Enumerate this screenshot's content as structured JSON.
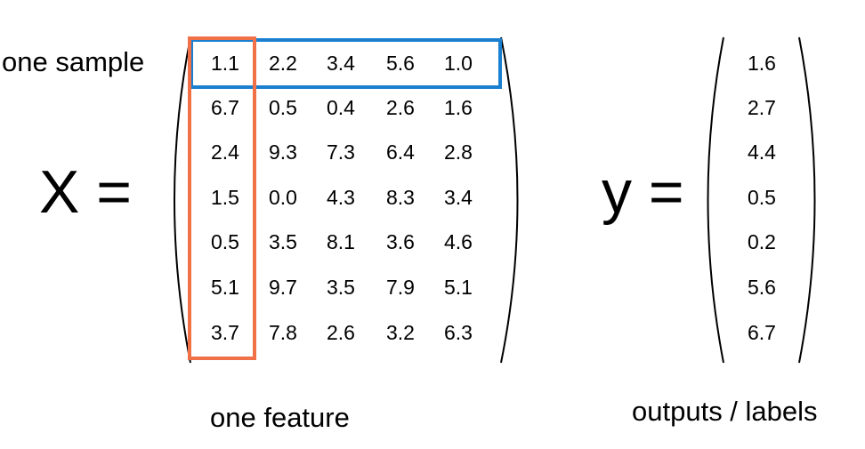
{
  "annotations": {
    "row_label": "one sample",
    "column_label": "one feature",
    "vector_label": "outputs / labels"
  },
  "symbols": {
    "matrix": "X =",
    "vector": "y ="
  },
  "colors": {
    "row_highlight": "#1a7fcf",
    "column_highlight": "#f07048"
  },
  "matrix_X": [
    [
      "1.1",
      "2.2",
      "3.4",
      "5.6",
      "1.0"
    ],
    [
      "6.7",
      "0.5",
      "0.4",
      "2.6",
      "1.6"
    ],
    [
      "2.4",
      "9.3",
      "7.3",
      "6.4",
      "2.8"
    ],
    [
      "1.5",
      "0.0",
      "4.3",
      "8.3",
      "3.4"
    ],
    [
      "0.5",
      "3.5",
      "8.1",
      "3.6",
      "4.6"
    ],
    [
      "5.1",
      "9.7",
      "3.5",
      "7.9",
      "5.1"
    ],
    [
      "3.7",
      "7.8",
      "2.6",
      "3.2",
      "6.3"
    ]
  ],
  "vector_y": [
    "1.6",
    "2.7",
    "4.4",
    "0.5",
    "0.2",
    "5.6",
    "6.7"
  ]
}
